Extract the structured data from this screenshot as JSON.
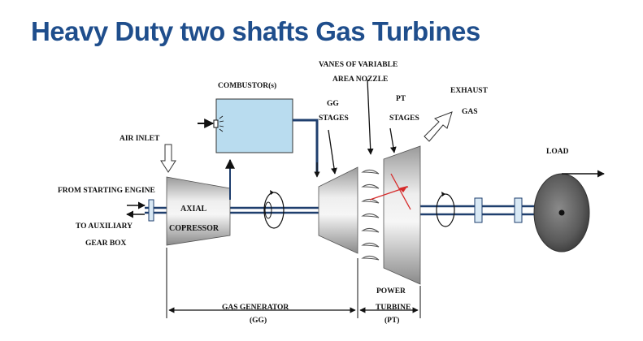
{
  "title": "Heavy Duty two shafts Gas Turbines",
  "labels": {
    "combustor": "COMBUSTOR(s)",
    "vanes_line1": "VANES OF VARIABLE",
    "vanes_line2": "AREA NOZZLE",
    "exhaust_line1": "EXHAUST",
    "exhaust_line2": "GAS",
    "gg_line1": "GG",
    "gg_line2": "STAGES",
    "pt_line1": "PT",
    "pt_line2": "STAGES",
    "air_inlet": "AIR INLET",
    "load": "LOAD",
    "starting_engine": "FROM STARTING ENGINE",
    "aux_line1": "TO AUXILIARY",
    "aux_line2": "GEAR BOX",
    "compressor_line1": "AXIAL",
    "compressor_line2": "COPRESSOR",
    "gas_generator_line1": "GAS GENERATOR",
    "gas_generator_line2": "(GG)",
    "power_turbine_line1": "POWER",
    "power_turbine_line2": "TURBINE",
    "power_turbine_line3": "(PT)"
  },
  "colors": {
    "title": "#1f4e8c",
    "shaft": "#1f3f6e",
    "combustor_fill": "#b9dcef",
    "metal_light": "#e8e8e8",
    "metal_dark": "#7a7a7a",
    "red": "#d62a2a"
  }
}
